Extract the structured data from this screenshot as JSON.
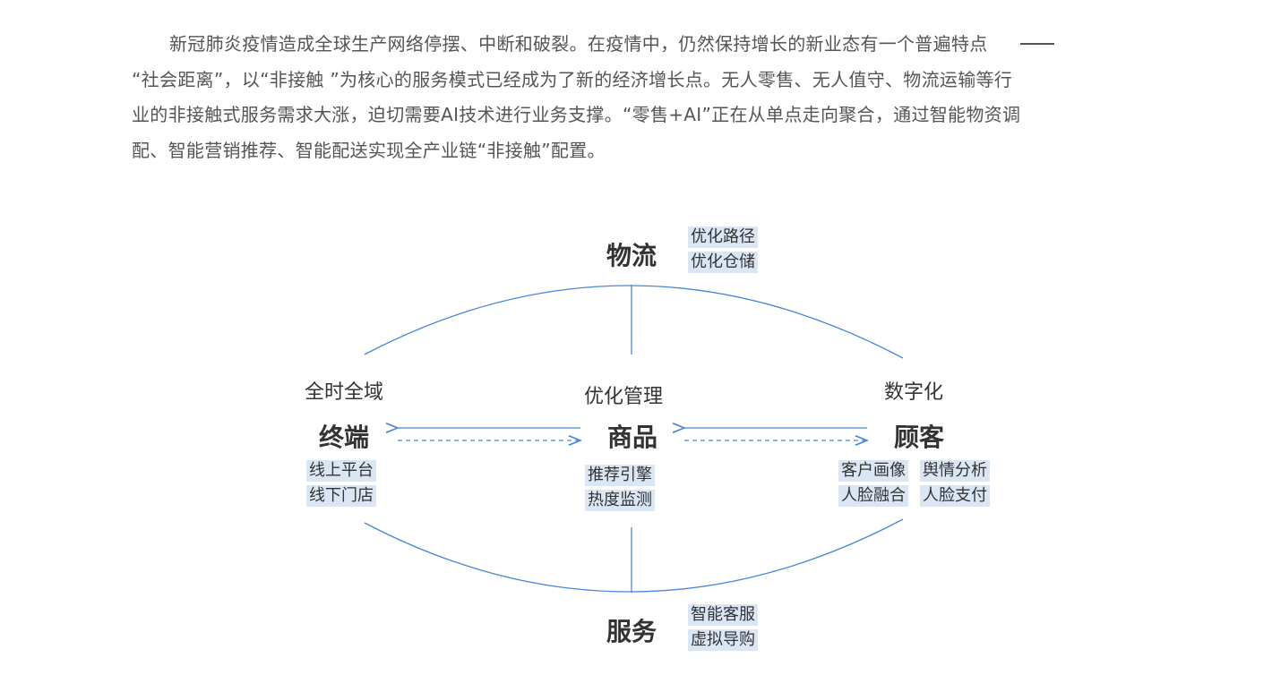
{
  "paragraph": {
    "line1": "新冠肺炎疫情造成全球生产网络停摆、中断和破裂。在疫情中，仍然保持增长的新业态有一个普遍特点",
    "line2": "“社会距离”，以“非接触 ”为核心的服务模式已经成为了新的经济增长点。无人零售、无人值守、物流运输等行",
    "line3": "业的非接触式服务需求大涨，迫切需要AI技术进行业务支撑。“零售+AI”正在从单点走向聚合，通过智能物资调",
    "line4": "配、智能营销推荐、智能配送实现全产业链“非接触”配置。"
  },
  "diagram": {
    "logistics": {
      "title": "物流",
      "tags": [
        "优化路径",
        "优化仓储"
      ]
    },
    "terminal": {
      "subtitle": "全时全域",
      "title": "终端",
      "tags": [
        "线上平台",
        "线下门店"
      ]
    },
    "goods": {
      "subtitle": "优化管理",
      "title": "商品",
      "tags": [
        "推荐引擎",
        "热度监测"
      ]
    },
    "customer": {
      "subtitle": "数字化",
      "title": "顾客",
      "tags": [
        "客户画像",
        "舆情分析",
        "人脸融合",
        "人脸支付"
      ]
    },
    "service": {
      "title": "服务",
      "tags": [
        "智能客服",
        "虚拟导购"
      ]
    },
    "colors": {
      "line": "#4a86d8",
      "tag_bg": "#dbe6f5"
    }
  }
}
